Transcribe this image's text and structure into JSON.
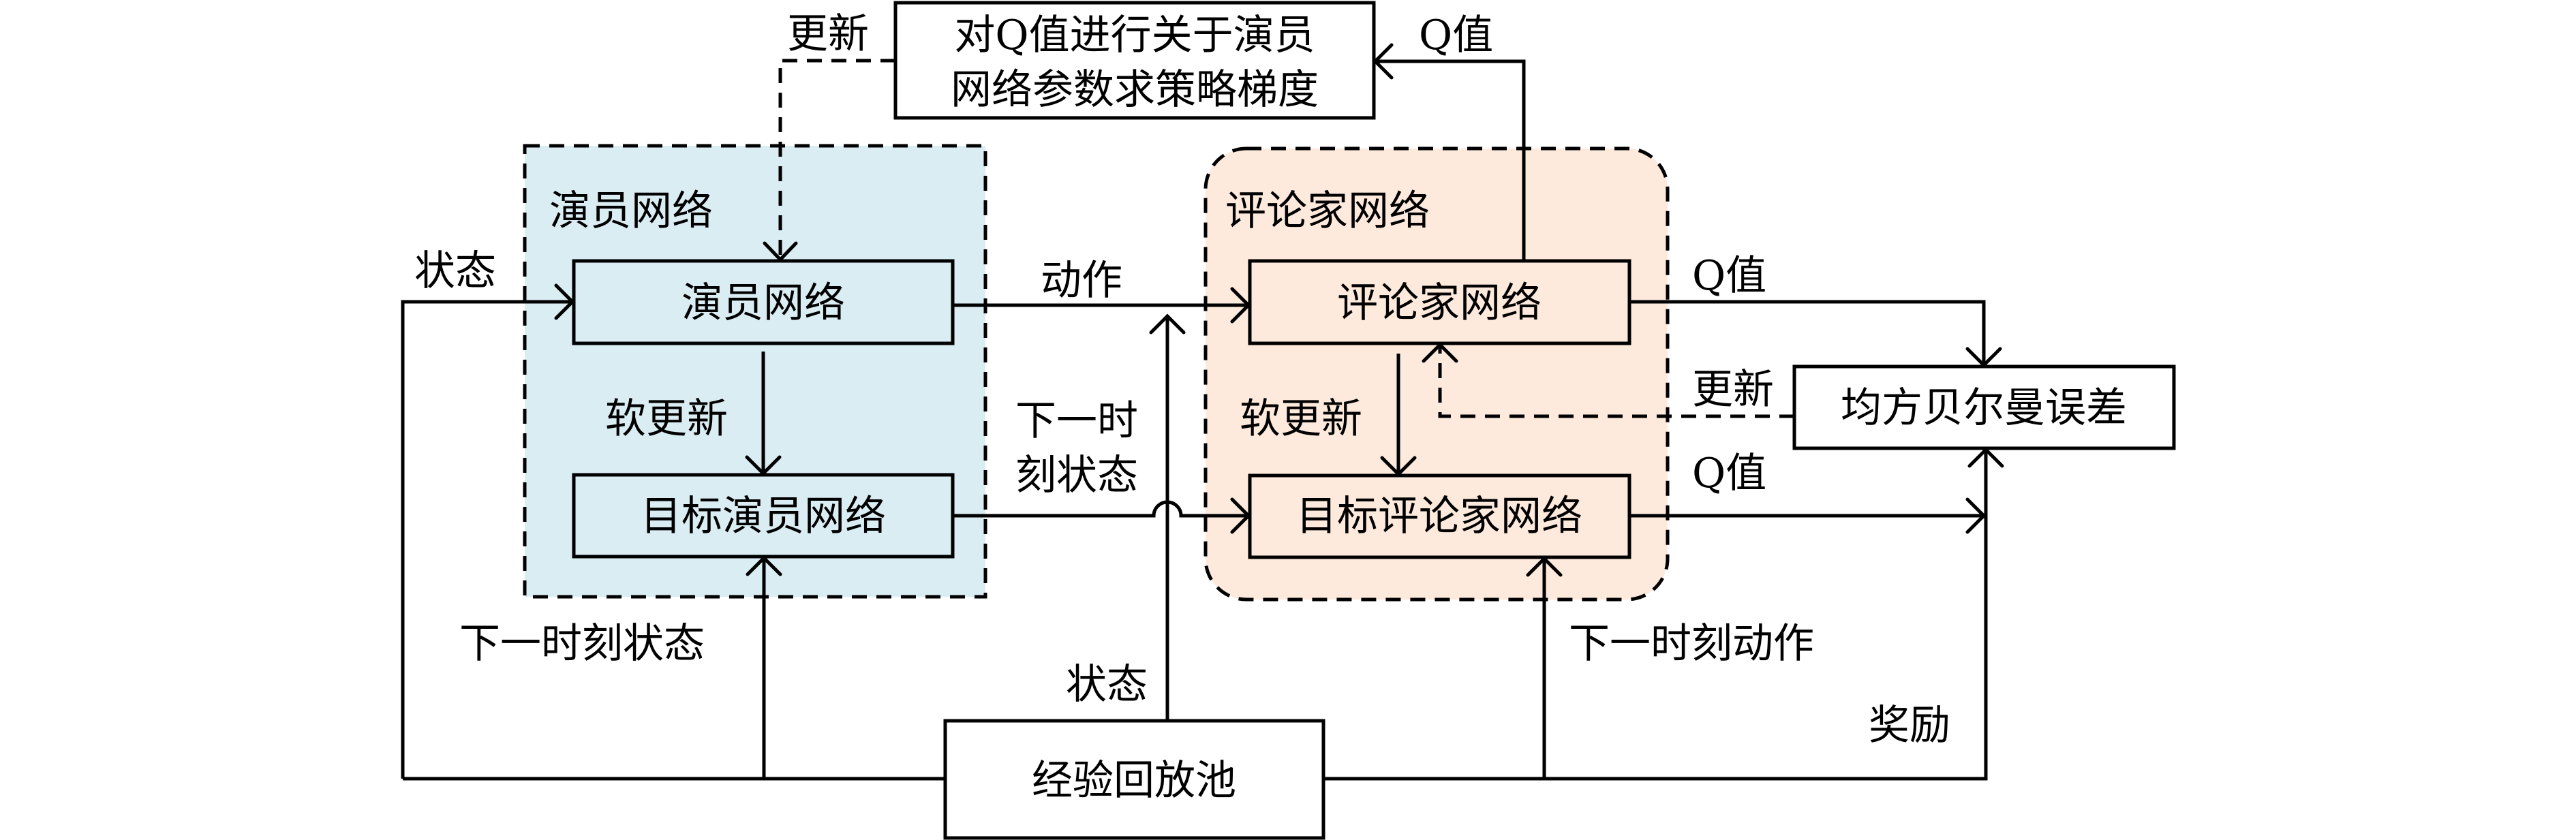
{
  "diagram": {
    "colors": {
      "actor_group_fill": "#DAEDF3",
      "critic_group_fill": "#FDEADC",
      "stroke": "#000000"
    },
    "groups": {
      "actor_title": "演员网络",
      "critic_title": "评论家网络"
    },
    "nodes": {
      "policy_gradient_line1": "对Q值进行关于演员",
      "policy_gradient_line2": "网络参数求策略梯度",
      "actor": "演员网络",
      "target_actor": "目标演员网络",
      "critic": "评论家网络",
      "target_critic": "目标评论家网络",
      "mse": "均方贝尔曼误差",
      "replay": "经验回放池"
    },
    "edge_labels": {
      "update_actor": "更新",
      "q_to_gradient": "Q值",
      "state_in": "状态",
      "action": "动作",
      "next_state_line1": "下一时",
      "next_state_line2": "刻状态",
      "soft_update_actor": "软更新",
      "soft_update_critic": "软更新",
      "critic_q": "Q值",
      "update_critic": "更新",
      "target_q": "Q值",
      "next_state_bottom": "下一时刻状态",
      "state_bottom": "状态",
      "next_action": "下一时刻动作",
      "reward": "奖励"
    }
  }
}
